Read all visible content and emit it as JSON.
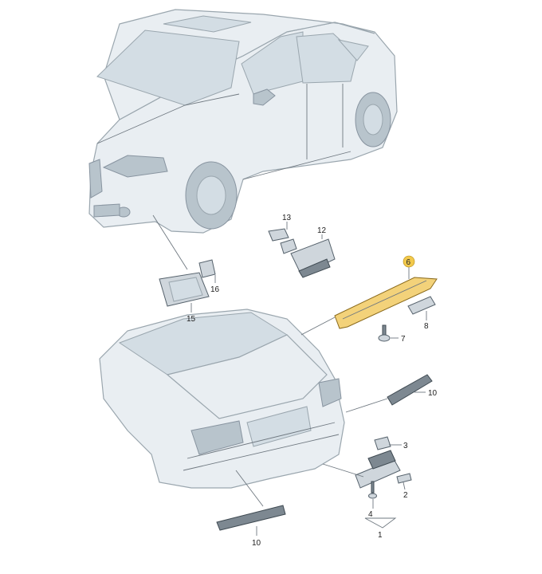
{
  "callouts": {
    "c1": "1",
    "c2": "2",
    "c3": "3",
    "c4": "4",
    "c6": "6",
    "c7": "7",
    "c8": "8",
    "c10a": "10",
    "c10b": "10",
    "c12": "12",
    "c13": "13",
    "c15": "15",
    "c16": "16"
  },
  "highlight": {
    "part": "6",
    "color": "#f2c94c"
  }
}
